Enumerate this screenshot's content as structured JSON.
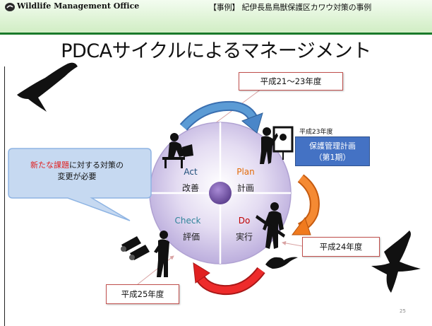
{
  "header": {
    "logo_text": "Wildlife Management Office",
    "case_text": "【事例】 紀伊長島鳥獣保護区カワウ対策の事例"
  },
  "title": "PDCAサイクルによるマネージメント",
  "cycle": {
    "act_label": "Act",
    "act_text": "改善",
    "plan_label": "Plan",
    "plan_text": "計画",
    "check_label": "Check",
    "check_text": "評価",
    "do_label": "Do",
    "do_text": "実行"
  },
  "periods": {
    "act_period": "平成21～23年度",
    "plan_year_note": "平成23年度",
    "do_period": "平成24年度",
    "check_period": "平成25年度"
  },
  "plan_box": {
    "line1": "保護管理計画",
    "line2": "（第1期）"
  },
  "callout": {
    "highlight": "新たな課題",
    "rest_line1": "に対する対策の",
    "line2": "変更が必要"
  },
  "slide_number": "25",
  "colors": {
    "header_green": "#1b7a2b",
    "circle_fill": "#ccc2e4",
    "hub_fill": "#7b5fae",
    "act_color": "#1f4e79",
    "plan_color": "#e36c09",
    "check_color": "#31849b",
    "do_color": "#c00000",
    "box_border": "#c0504d",
    "plan_box": "#4472c4",
    "callout_fill": "#c6d9f1",
    "arrow_blue": "#4a86c8",
    "arrow_orange": "#f07a1e",
    "arrow_red": "#e02020"
  }
}
